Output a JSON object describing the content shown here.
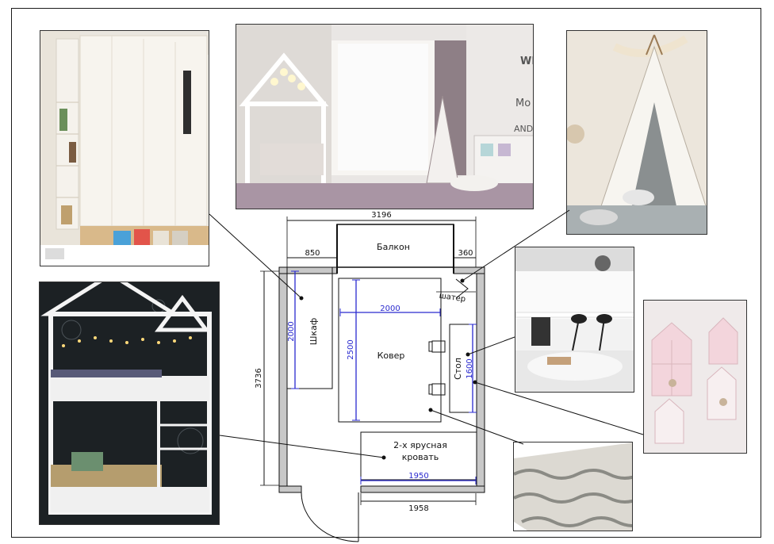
{
  "plan": {
    "room_labels": {
      "balcony": "Балкон",
      "wardrobe": "Шкаф",
      "carpet": "Ковер",
      "tent": "шатер",
      "desk": "Стол",
      "bed_line1": "2-х ярусная",
      "bed_line2": "кровать"
    },
    "dimensions": {
      "total_width": "3196",
      "left_offset": "850",
      "right_offset": "360",
      "room_length": "3736",
      "wardrobe_len": "2000",
      "carpet_width": "2000",
      "carpet_len": "2500",
      "desk_len": "1600",
      "bed_len": "1950",
      "bottom_width": "1958"
    }
  },
  "photos": {
    "room_text_1": "WELCO",
    "room_text_2": "AND",
    "room_text_3": "Mo"
  },
  "colors": {
    "wall": "#c8c8c8",
    "dimension_blue": "#2a2acf",
    "line": "#1a1a1a"
  }
}
